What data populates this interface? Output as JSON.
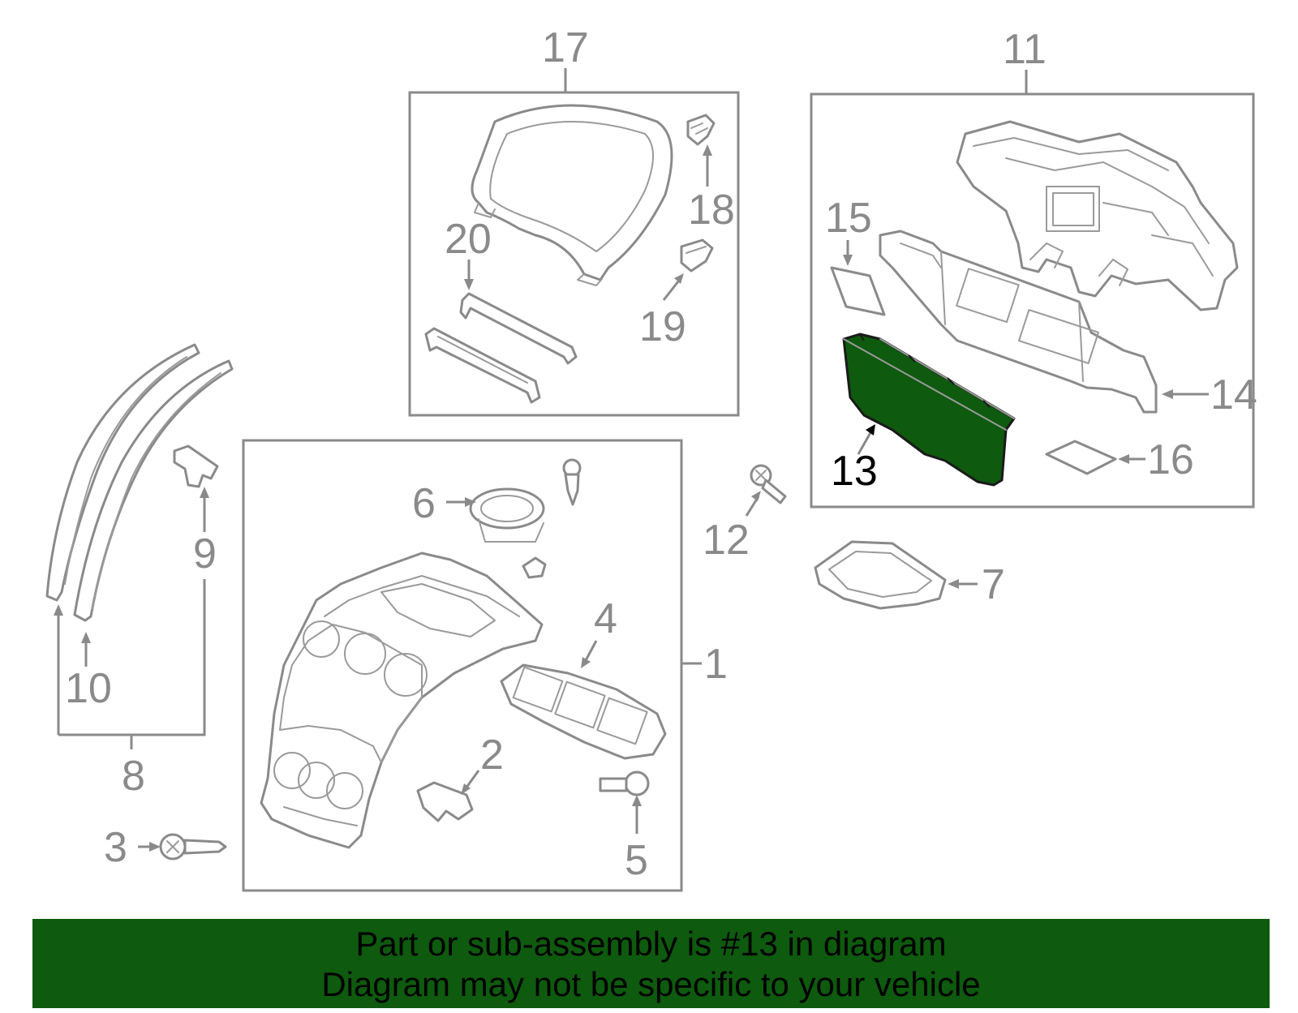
{
  "callouts": {
    "n1": "1",
    "n2": "2",
    "n3": "3",
    "n4": "4",
    "n5": "5",
    "n6": "6",
    "n7": "7",
    "n8": "8",
    "n9": "9",
    "n10": "10",
    "n11": "11",
    "n12": "12",
    "n13": "13",
    "n14": "14",
    "n15": "15",
    "n16": "16",
    "n17": "17",
    "n18": "18",
    "n19": "19",
    "n20": "20"
  },
  "highlighted_part": "13",
  "colors": {
    "highlight_fill": "#0e5a0e",
    "line_gray": "#8a8a8a",
    "banner_bg": "#0e5a0e",
    "banner_text": "#000000"
  },
  "banner": {
    "line1": "Part or sub-assembly is #13 in diagram",
    "line2": "Diagram may not be specific to your vehicle"
  }
}
